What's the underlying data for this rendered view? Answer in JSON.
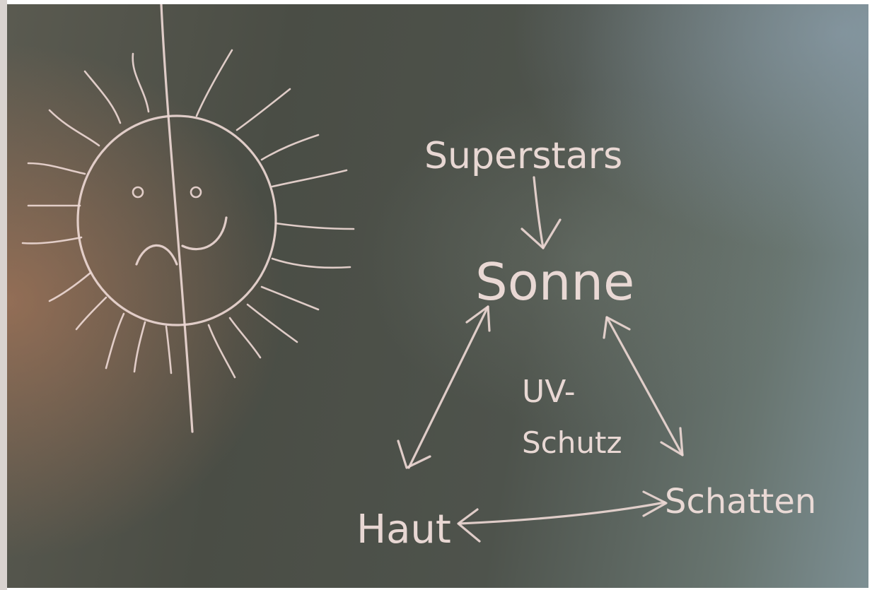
{
  "board": {
    "words": {
      "top": "Superstars",
      "center": "Sonne",
      "middle_line1": "UV-",
      "middle_line2": "Schutz",
      "bottom_left": "Haut",
      "bottom_right": "Schatten"
    }
  },
  "colors": {
    "chalk": "#ecd7d2",
    "board_dark": "#4a4d45",
    "board_light": "#7d8f93"
  }
}
